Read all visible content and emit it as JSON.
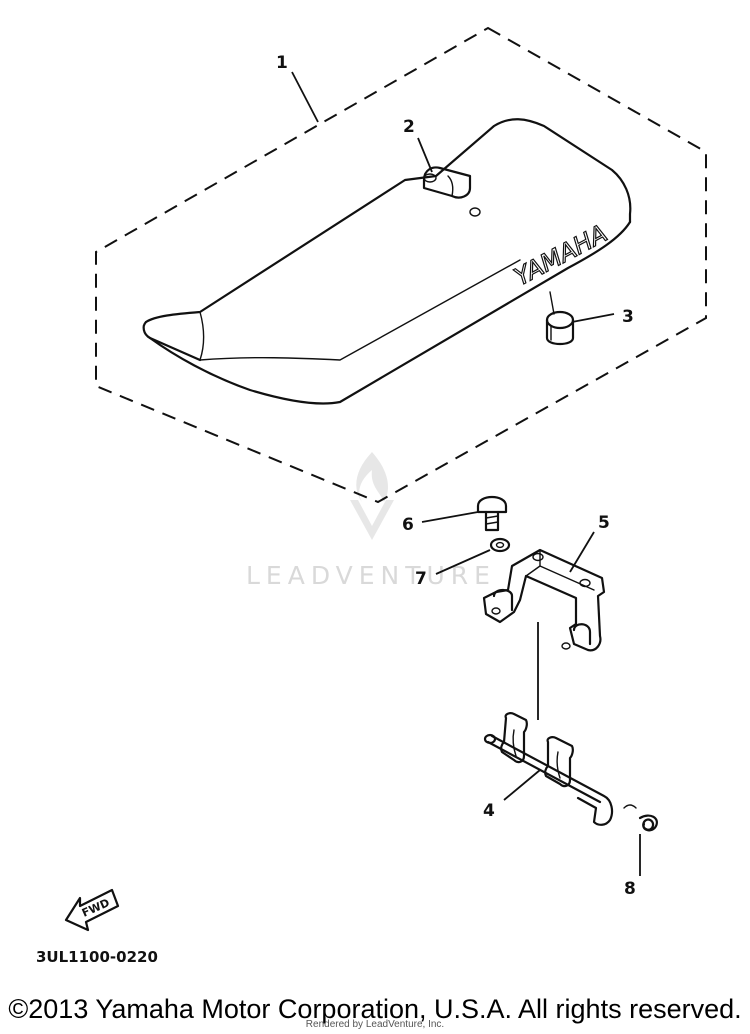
{
  "callouts": {
    "c1": "1",
    "c2": "2",
    "c3": "3",
    "c4": "4",
    "c5": "5",
    "c6": "6",
    "c7": "7",
    "c8": "8"
  },
  "seat_brand": "YAMAHA",
  "fwd_label": "FWD",
  "watermark": "LEADVENTURE",
  "diagram_code": "3UL1100-0220",
  "footer": {
    "copyright": "©2013 Yamaha Motor Corporation, U.S.A. All rights reserved.",
    "rendered_by": "Rendered by LeadVenture, Inc."
  },
  "colors": {
    "ink": "#111111",
    "watermark": "#d9d9d9",
    "background": "#ffffff"
  }
}
